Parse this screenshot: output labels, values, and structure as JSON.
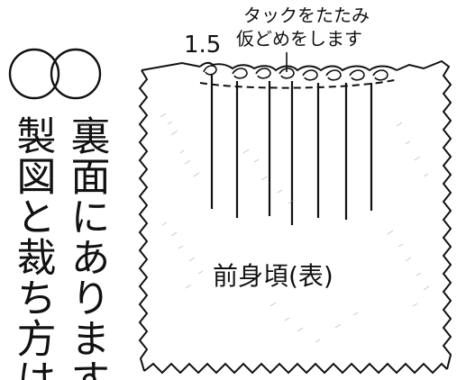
{
  "side_note": {
    "column_right": "裏面にあります",
    "column_left": "製図と裁ち方は"
  },
  "diagram": {
    "measurement": "1.5",
    "instruction_line1": "タックをたたみ",
    "instruction_line2": "仮どめをします",
    "piece_label": "前身頃(表)"
  }
}
